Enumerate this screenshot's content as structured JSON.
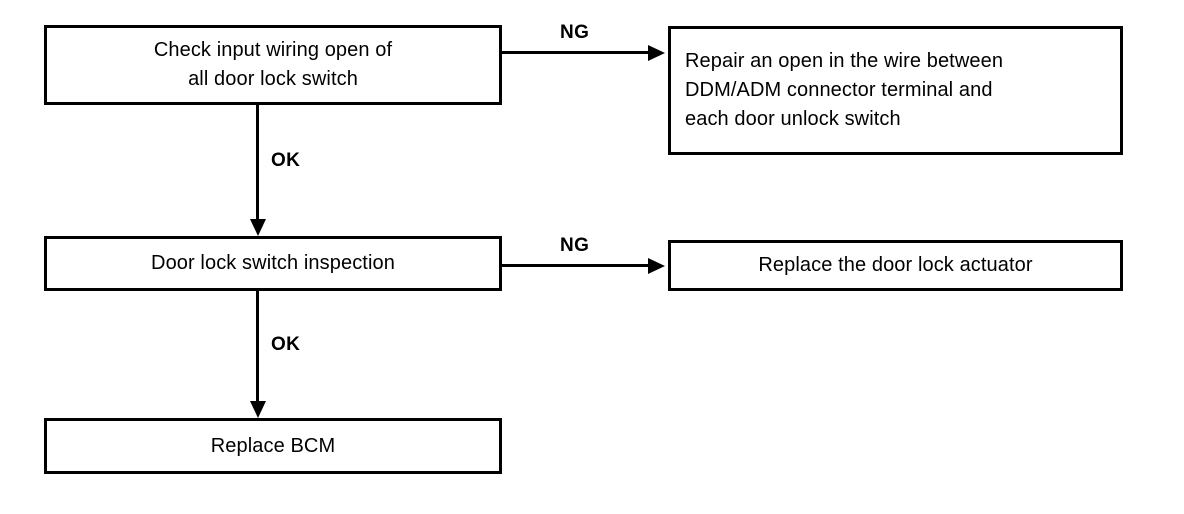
{
  "diagram": {
    "type": "flowchart",
    "orientation": "top-to-bottom with branch exits to the right",
    "background_color": "#ffffff",
    "line_color": "#000000",
    "nodes": [
      {
        "id": "check-input-wiring",
        "text": "Check input wiring open of\nall door lock switch",
        "line1": "Check input wiring open of",
        "line2": "all door lock switch",
        "align": "center"
      },
      {
        "id": "repair-open-wire",
        "text": "Repair an open in the wire between\nDDM/ADM connector terminal and\neach door unlock switch",
        "line1": "Repair an open in the wire between",
        "line2": "DDM/ADM connector terminal and",
        "line3": "each door unlock switch",
        "align": "left"
      },
      {
        "id": "door-lock-switch-inspection",
        "text": "Door lock switch inspection",
        "line1": "Door lock switch inspection",
        "align": "center"
      },
      {
        "id": "replace-actuator",
        "text": "Replace the door lock actuator",
        "line1": "Replace the door lock actuator",
        "align": "center"
      },
      {
        "id": "replace-bcm",
        "text": "Replace BCM",
        "line1": "Replace BCM",
        "align": "center"
      }
    ],
    "connectors": [
      {
        "id": "ng-wiring",
        "label": "NG",
        "from": "check-input-wiring",
        "to": "repair-open-wire",
        "direction": "right"
      },
      {
        "id": "ok-inspection",
        "label": "OK",
        "from": "check-input-wiring",
        "to": "door-lock-switch-inspection",
        "direction": "down"
      },
      {
        "id": "ng-inspection",
        "label": "NG",
        "from": "door-lock-switch-inspection",
        "to": "replace-actuator",
        "direction": "right"
      },
      {
        "id": "ok-bcm",
        "label": "OK",
        "from": "door-lock-switch-inspection",
        "to": "replace-bcm",
        "direction": "down"
      }
    ]
  }
}
